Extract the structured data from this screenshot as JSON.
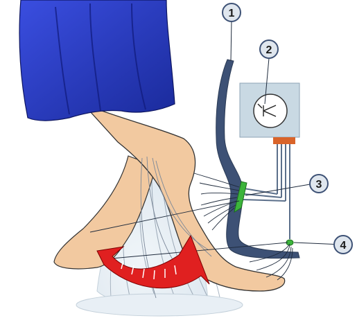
{
  "callouts": [
    {
      "id": 1,
      "label": "1"
    },
    {
      "id": 2,
      "label": "2"
    },
    {
      "id": 3,
      "label": "3"
    },
    {
      "id": 4,
      "label": "4"
    }
  ],
  "colors": {
    "skirt": "#2a3ccf",
    "skirt_dark": "#101a7a",
    "skin": "#f2c9a0",
    "skin_ghost": "#f7e3cd",
    "bumper": "#3d5175",
    "sensor_box": "#c9d9e3",
    "sensor_strip": "#d9642a",
    "foil_sensor": "#3cb43c",
    "arrow_red": "#e02020",
    "wire": "#2b3b55",
    "callout_fill": "#dfe6ee",
    "callout_stroke": "#3d5175"
  },
  "icons": {
    "gauge": "pressure-gauge-icon",
    "arrow": "curved-double-arrow-icon"
  }
}
